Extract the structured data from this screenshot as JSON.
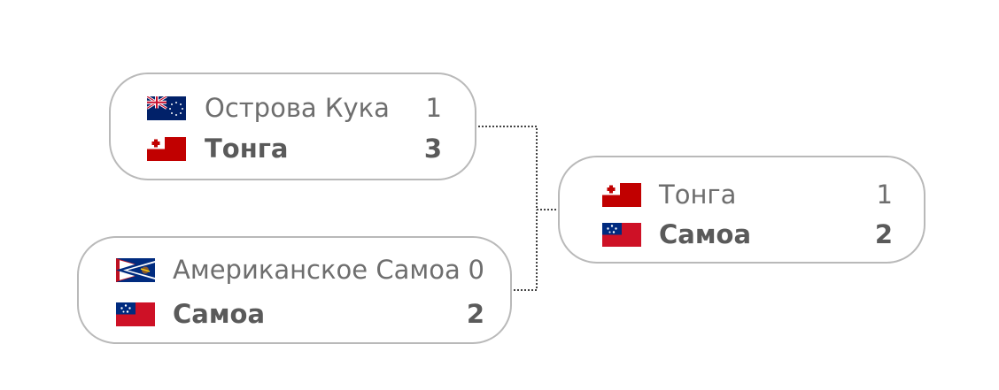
{
  "matches": [
    {
      "round": "semifinal-1",
      "teams": [
        {
          "name": "Острова Кука",
          "score": "1",
          "flag": "cook-islands-flag-icon",
          "winner": false
        },
        {
          "name": "Тонга",
          "score": "3",
          "flag": "tonga-flag-icon",
          "winner": true
        }
      ]
    },
    {
      "round": "semifinal-2",
      "teams": [
        {
          "name": "Американское Самоа",
          "score": "0",
          "flag": "american-samoa-flag-icon",
          "winner": false
        },
        {
          "name": "Самоа",
          "score": "2",
          "flag": "samoa-flag-icon",
          "winner": true
        }
      ]
    },
    {
      "round": "final",
      "teams": [
        {
          "name": "Тонга",
          "score": "1",
          "flag": "tonga-flag-icon",
          "winner": false
        },
        {
          "name": "Самоа",
          "score": "2",
          "flag": "samoa-flag-icon",
          "winner": true
        }
      ]
    }
  ],
  "colors": {
    "border": "#b9b9b9",
    "connector": "#444444",
    "text": "#666666",
    "tonga_red": "#c10000",
    "samoa_red": "#ce1126",
    "samoa_blue": "#002b7f",
    "cook_blue": "#012169"
  }
}
